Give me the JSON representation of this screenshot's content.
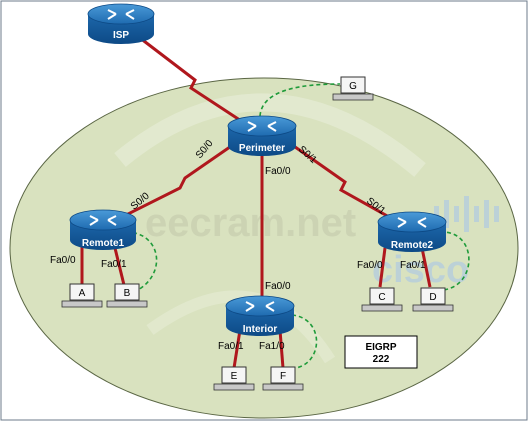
{
  "routers": [
    {
      "id": "isp",
      "label": "ISP"
    },
    {
      "id": "perimeter",
      "label": "Perimeter"
    },
    {
      "id": "remote1",
      "label": "Remote1"
    },
    {
      "id": "remote2",
      "label": "Remote2"
    },
    {
      "id": "interior",
      "label": "Interior"
    }
  ],
  "interfaces": {
    "perimeter_s00": "S0/0",
    "perimeter_s01": "S0/1",
    "perimeter_fa00": "Fa0/0",
    "remote1_s00": "S0/0",
    "remote1_fa00": "Fa0/0",
    "remote1_fa01": "Fa0/1",
    "remote2_s01": "S0/1",
    "remote2_fa00": "Fa0/0",
    "remote2_fa01": "Fa0/1",
    "interior_fa00": "Fa0/0",
    "interior_fa01": "Fa0/1",
    "interior_fa10": "Fa1/0"
  },
  "pcs": [
    "A",
    "B",
    "C",
    "D",
    "E",
    "F",
    "G"
  ],
  "eigrp_box": {
    "line1": "EIGRP",
    "line2": "222"
  },
  "watermark": {
    "site": "eecram.net",
    "brand": "cisco"
  },
  "colors": {
    "ellipse_fill": "#d9e2bf",
    "router_body": "#1a6fb5",
    "serial_link": "#b0171d",
    "ethernet_link": "#1f9b3a"
  }
}
